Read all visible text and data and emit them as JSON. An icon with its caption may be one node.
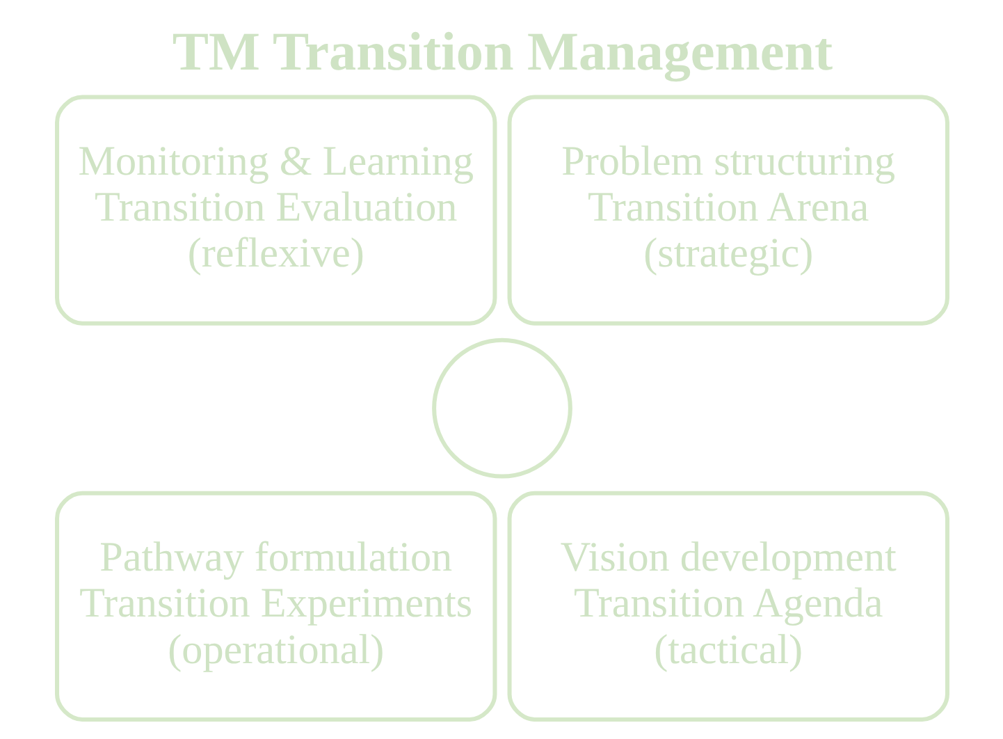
{
  "diagram": {
    "title": "TM Transition Management",
    "nodes": [
      {
        "text": [
          "Monitoring & Learning",
          "Transition Evaluation",
          "(reflexive)"
        ]
      },
      {
        "text": [
          "Problem structuring",
          "Transition Arena",
          "(strategic)"
        ]
      },
      {
        "text": [],
        "shape": "circle"
      },
      {
        "text": [
          "Pathway formulation",
          "Transition Experiments",
          "(operational)"
        ]
      },
      {
        "text": [
          "Vision development",
          "Transition Agenda",
          "(tactical)"
        ]
      }
    ],
    "edges": []
  }
}
